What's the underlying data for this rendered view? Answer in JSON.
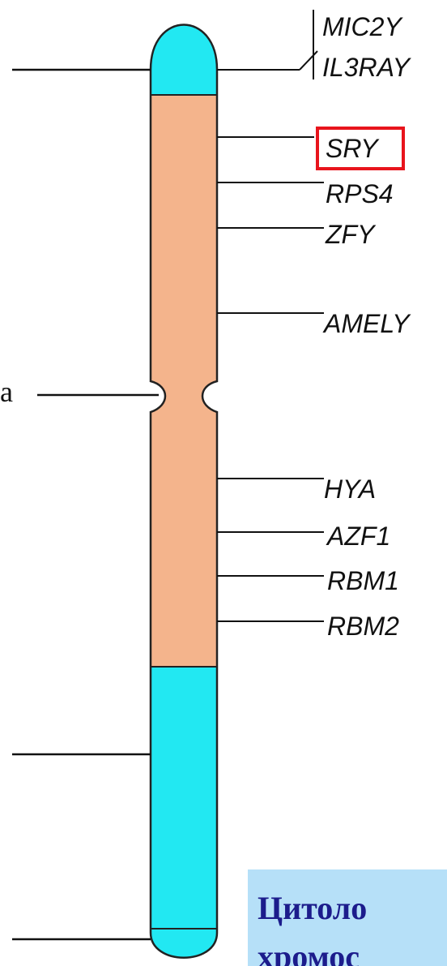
{
  "genes": [
    {
      "name": "MIC2Y",
      "highlighted": false
    },
    {
      "name": "IL3RAY",
      "highlighted": false
    },
    {
      "name": "SRY",
      "highlighted": true
    },
    {
      "name": "RPS4",
      "highlighted": false
    },
    {
      "name": "ZFY",
      "highlighted": false
    },
    {
      "name": "AMELY",
      "highlighted": false
    },
    {
      "name": "HYA",
      "highlighted": false
    },
    {
      "name": "AZF1",
      "highlighted": false
    },
    {
      "name": "RBM1",
      "highlighted": false
    },
    {
      "name": "RBM2",
      "highlighted": false
    }
  ],
  "left_mark": "a",
  "caption": {
    "line1": "Цитоло",
    "line2": "хромос"
  },
  "colors": {
    "euchromatin": "#f4b48c",
    "heterochromatin": "#22e8f2",
    "outline": "#222222",
    "highlight": "#e8141c",
    "caption_bg": "#b6e0f8",
    "caption_text": "#1c1c8c"
  }
}
